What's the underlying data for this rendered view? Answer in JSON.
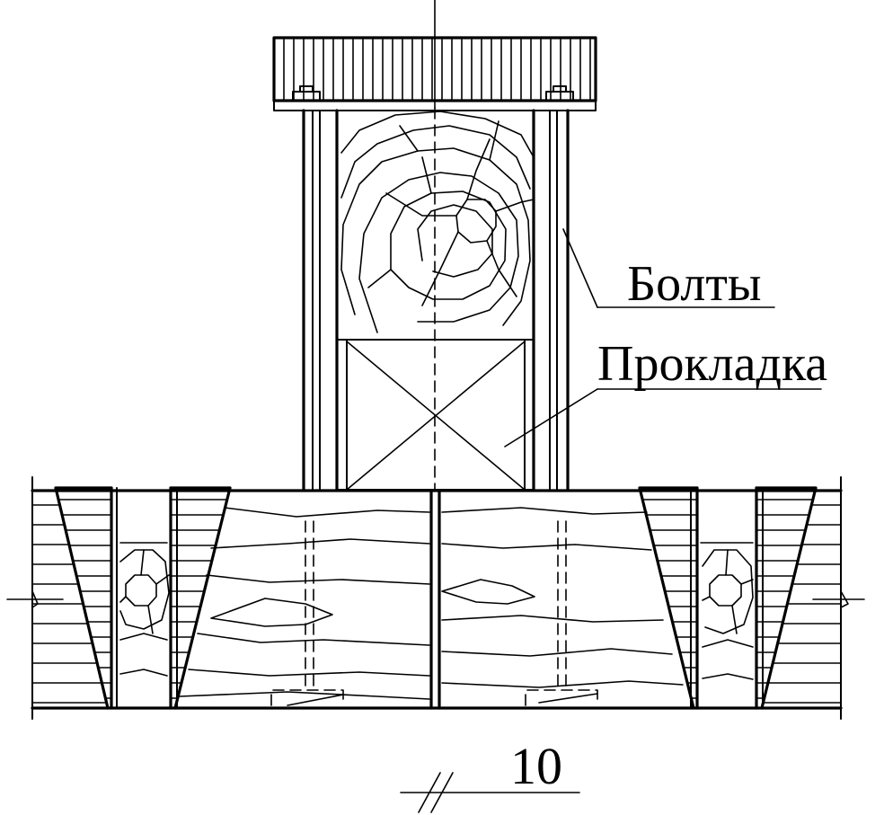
{
  "labels": {
    "bolts": "Болты",
    "gasket": "Прокладка",
    "section_number": "10"
  },
  "colors": {
    "line": "#000000",
    "background": "#ffffff"
  }
}
